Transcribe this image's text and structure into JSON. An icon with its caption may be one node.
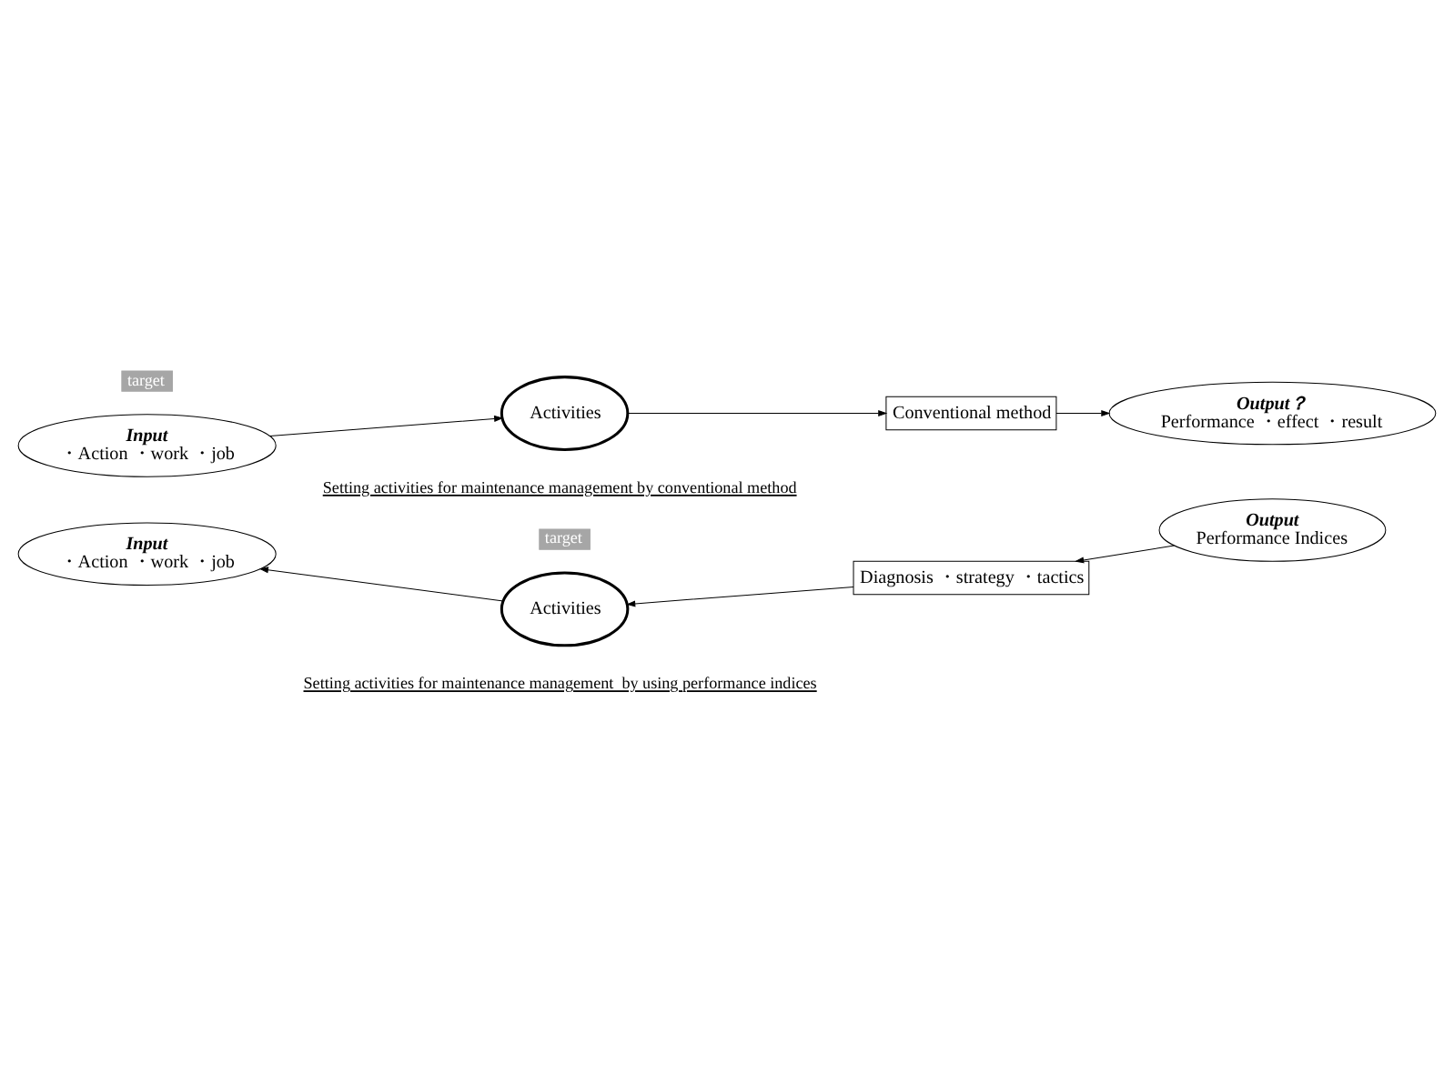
{
  "diagram": {
    "nodes": [
      {
        "text": [
          "target"
        ]
      },
      {
        "text": [
          "Input",
          "・Action ・work ・job"
        ]
      },
      {
        "text": [
          "Activities"
        ]
      },
      {
        "text": [
          "Conventional method"
        ]
      },
      {
        "text": [
          "Output？",
          "Performance ・effect ・result"
        ]
      },
      {
        "text": [
          "target"
        ]
      },
      {
        "text": [
          "Input",
          "・Action ・work ・job"
        ]
      },
      {
        "text": [
          "Activities"
        ]
      },
      {
        "text": [
          "Diagnosis ・strategy ・tactics"
        ]
      },
      {
        "text": [
          "Output",
          "Performance Indices"
        ]
      }
    ],
    "edges": [
      {
        "from": 1,
        "to": 2,
        "arrow": "to"
      },
      {
        "from": 2,
        "to": 3,
        "arrow": "to"
      },
      {
        "from": 3,
        "to": 4,
        "arrow": "to"
      },
      {
        "from": 7,
        "to": 6,
        "arrow": "to"
      },
      {
        "from": 8,
        "to": 7,
        "arrow": "to"
      },
      {
        "from": 9,
        "to": 8,
        "arrow": "to"
      }
    ],
    "labels": [
      "Setting activities for maintenance management by conventional method",
      "Setting activities for maintenance management  by using performance indices"
    ]
  }
}
